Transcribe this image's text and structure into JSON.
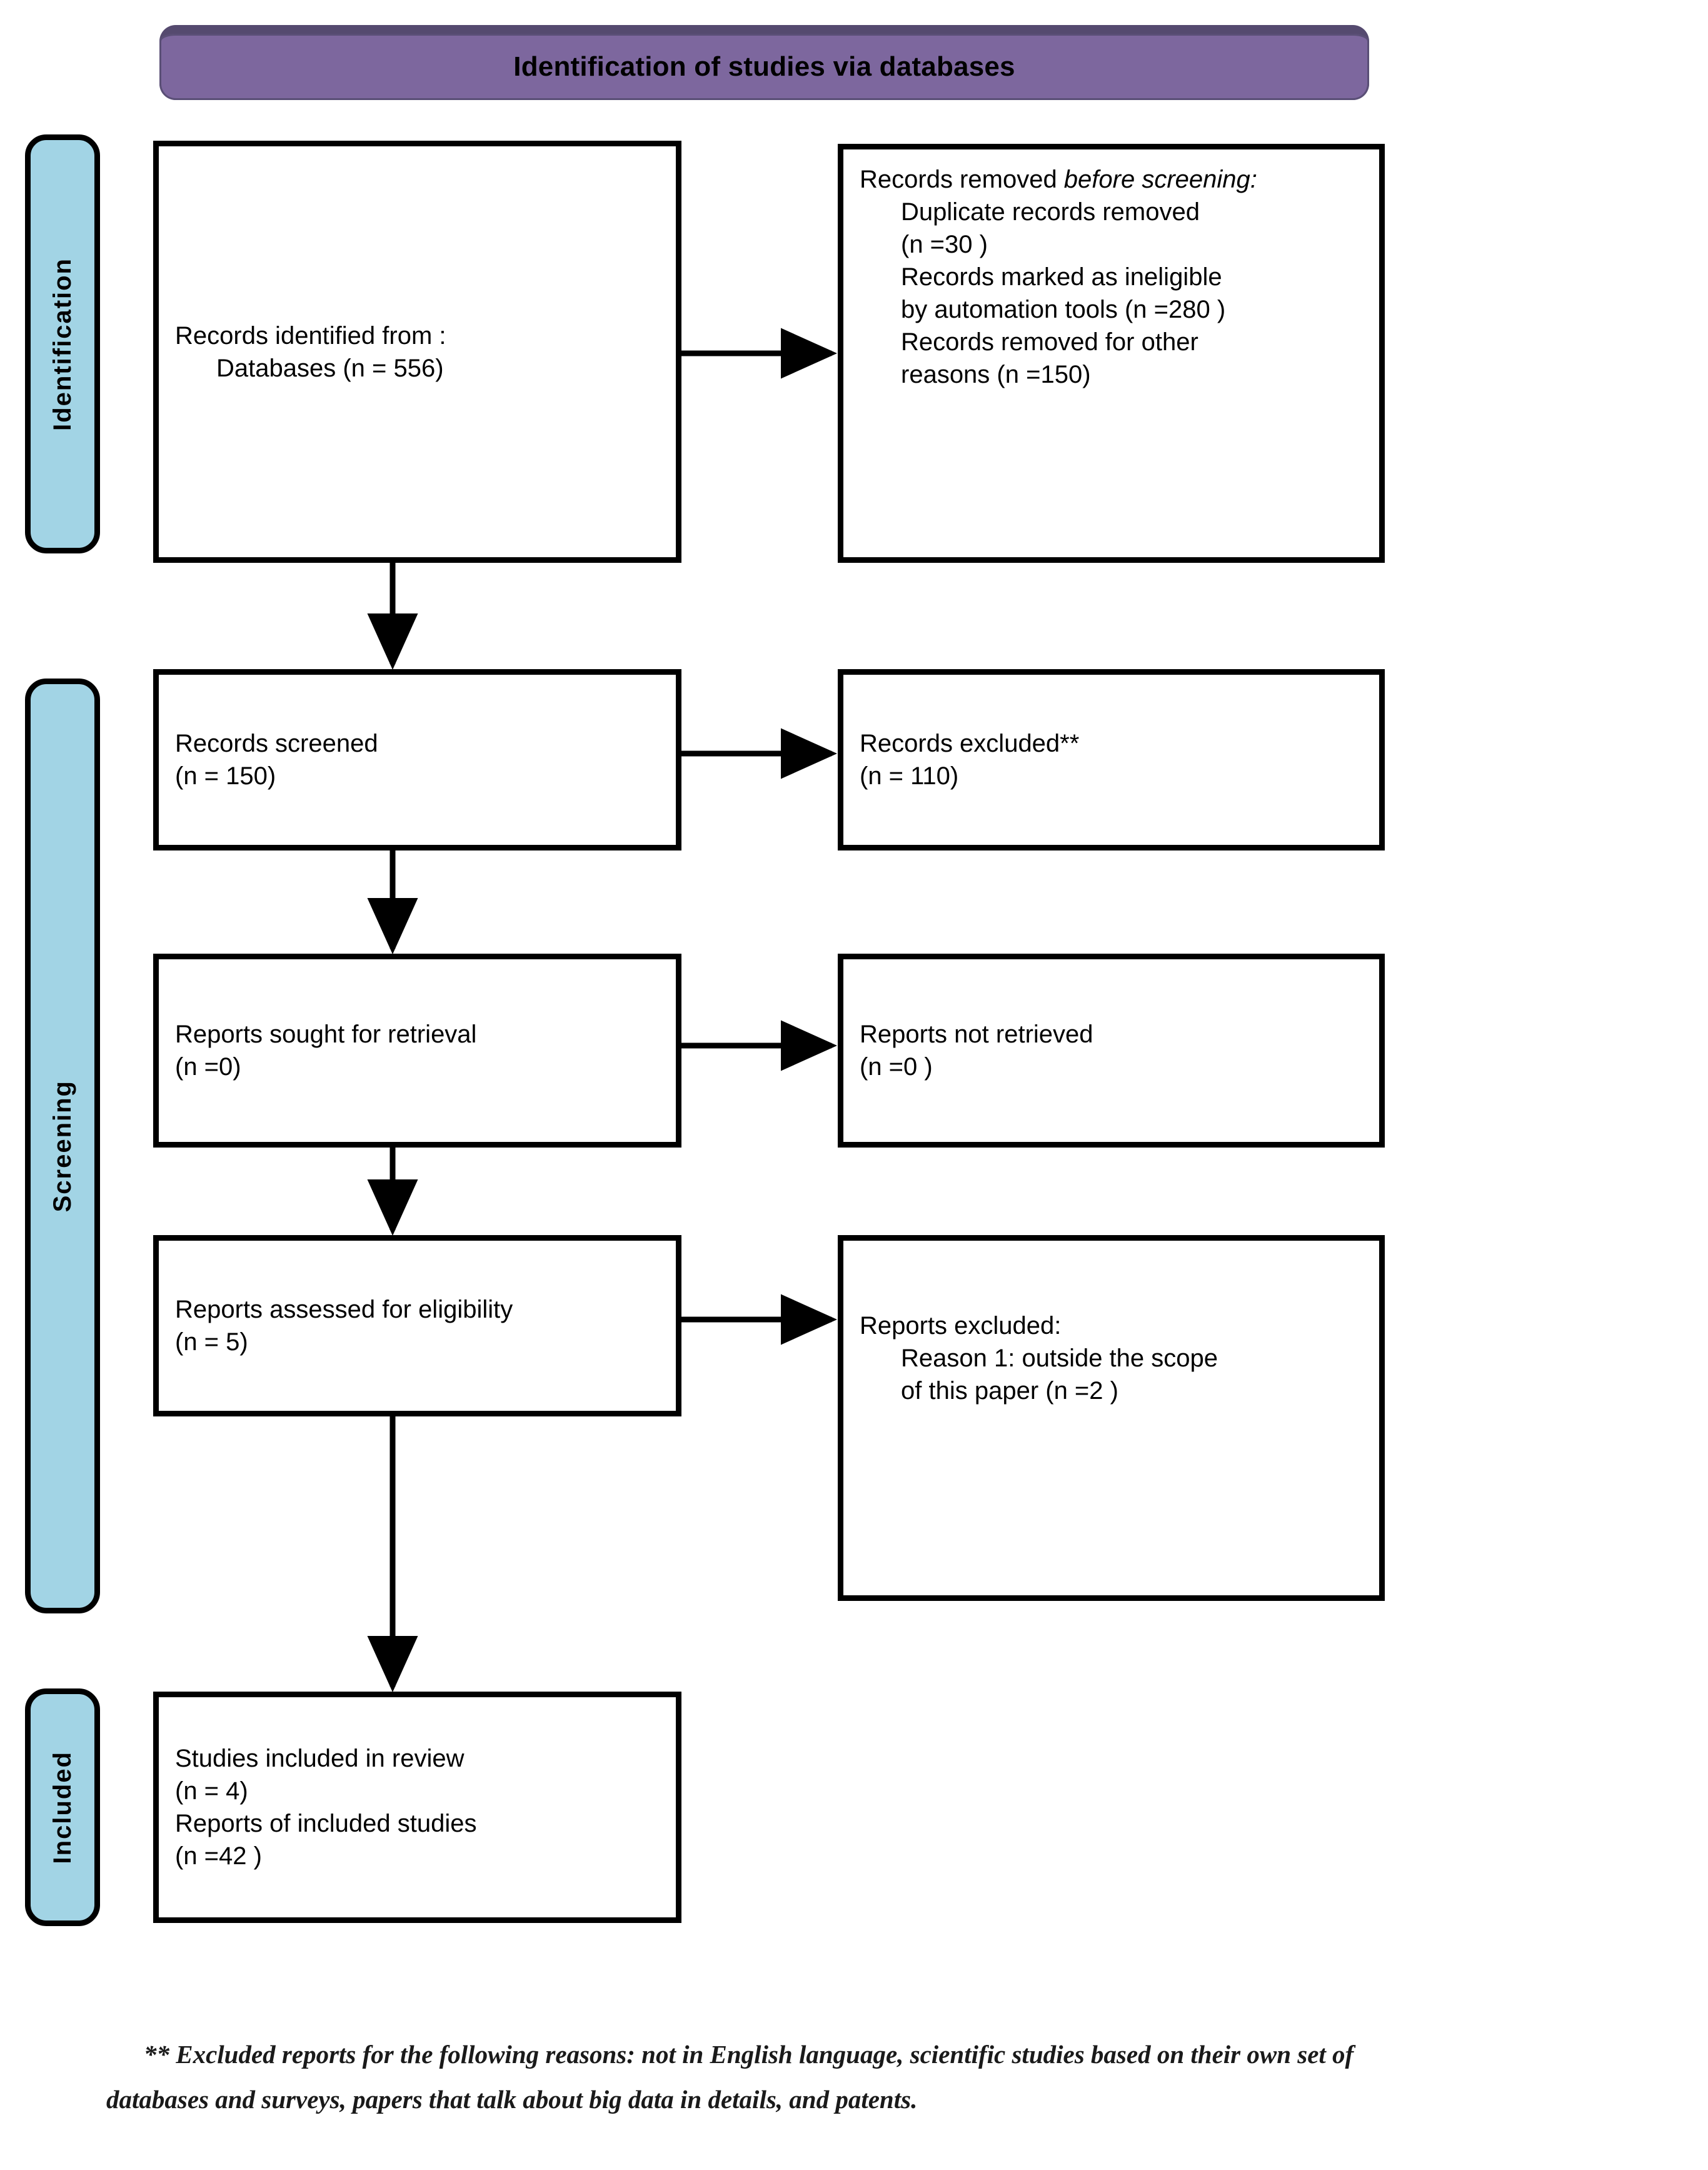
{
  "banner": {
    "title": "Identification of studies via databases",
    "fill": "#7d679e",
    "edge": "#554a6f"
  },
  "stages": {
    "identification": "Identification",
    "screening": "Screening",
    "included": "Included",
    "fill": "#a2d4e5"
  },
  "boxes": {
    "identified": {
      "line1": "Records identified from :",
      "line2": "Databases (n = 556)"
    },
    "removed": {
      "lead_regular": "Records removed ",
      "lead_italic": "before screening",
      "lead_tail": ":",
      "item1_a": "Duplicate records removed",
      "item1_b": "(n =30 )",
      "item2_a": "Records marked as ineligible",
      "item2_b": "by automation tools (n =280 )",
      "item3_a": "Records removed for other",
      "item3_b": "reasons (n =150)"
    },
    "screened": {
      "line1": "Records screened",
      "line2": "(n = 150)"
    },
    "excluded": {
      "line1": "Records excluded**",
      "line2": "(n = 110)"
    },
    "sought": {
      "line1": "Reports sought for retrieval",
      "line2": "(n =0)"
    },
    "not_retrieved": {
      "line1": "Reports not retrieved",
      "line2": "(n =0 )"
    },
    "assessed": {
      "line1": "Reports assessed for eligibility",
      "line2": "(n = 5)"
    },
    "reports_excluded": {
      "line1": "Reports excluded:",
      "line2": "Reason 1: outside the scope",
      "line3": "of this paper  (n =2 )"
    },
    "included": {
      "line1": "Studies included in review",
      "line2": "(n = 4)",
      "line3": "Reports of included studies",
      "line4": "(n =42 )"
    }
  },
  "footnote": {
    "marker": "**",
    "line1": " Excluded reports for the following reasons: not in English language, scientific studies based on their own set of",
    "line2": "databases and surveys, papers that talk about big data in details, and patents."
  }
}
